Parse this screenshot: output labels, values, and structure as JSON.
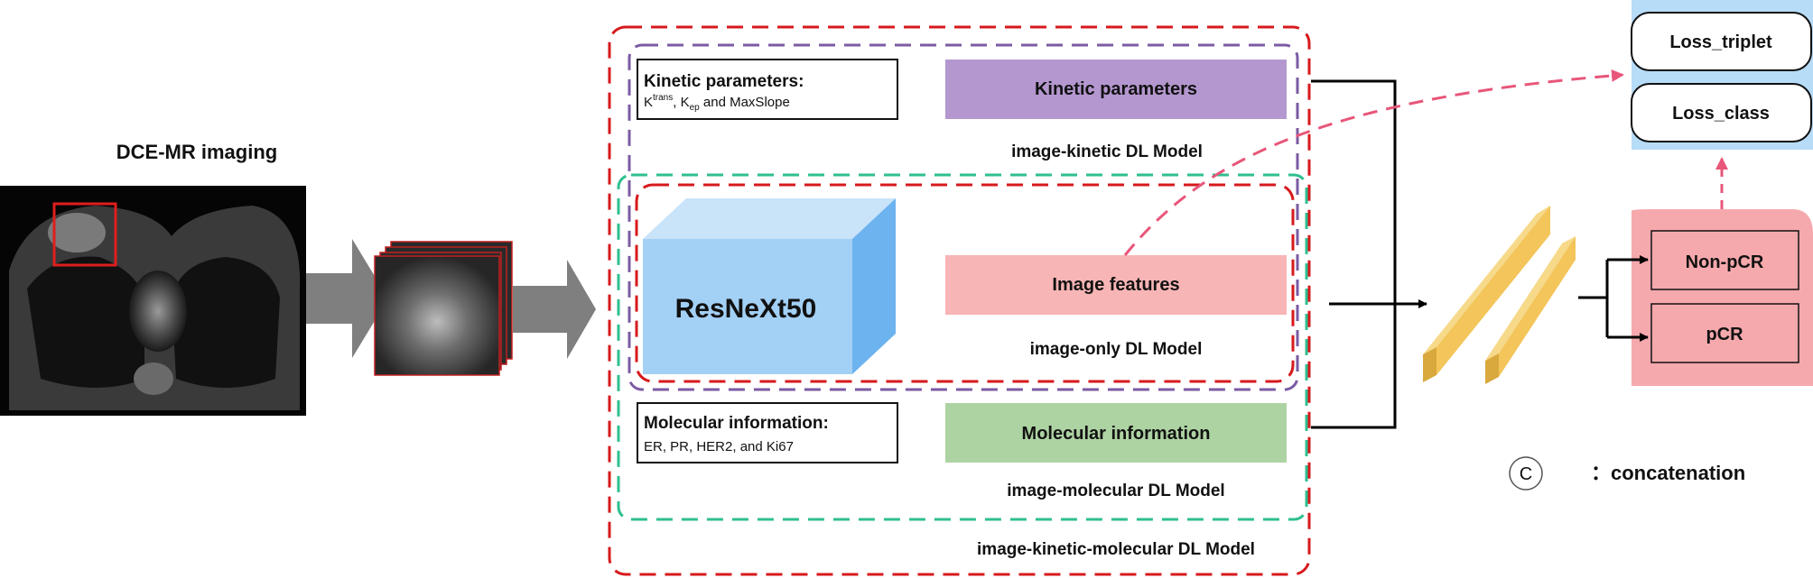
{
  "input": {
    "title": "DCE-MR imaging"
  },
  "kinetic_box": {
    "title": "Kinetic parameters:",
    "k_trans_base": "K",
    "k_trans_sup": "trans",
    "k_ep_base": "K",
    "k_ep_sub": "ep",
    "rest": " and MaxSlope",
    "comma": ", "
  },
  "molecular_box": {
    "title": "Molecular information:",
    "text": "ER, PR, HER2, and Ki67"
  },
  "backbone": {
    "label": "ResNeXt50"
  },
  "feature_bars": {
    "kinetic": "Kinetic parameters",
    "image": "Image features",
    "molecular": "Molecular information"
  },
  "models": {
    "kinetic": "image-kinetic DL Model",
    "image_only": "image-only DL Model",
    "molecular": "image-molecular DL Model",
    "combined": "image-kinetic-molecular DL Model"
  },
  "losses": {
    "triplet": "Loss_triplet",
    "class": "Loss_class"
  },
  "outputs": {
    "non_pcr": "Non-pCR",
    "pcr": "pCR"
  },
  "legend": {
    "symbol": "C",
    "text": "：concatenation"
  },
  "colors": {
    "kinetic_bar": "#b497cf",
    "image_bar": "#f8b5b5",
    "molecular_bar": "#aed3a3",
    "cube_front": "#a3d0f5",
    "cube_top": "#c9e3f9",
    "cube_side": "#6cb3ef",
    "red_dash": "#d7191c",
    "purple_dash": "#7b5ba3",
    "green_dash": "#2fbf8f",
    "pink_dash": "#e8567a",
    "loss_bg": "#b7dcf8",
    "output_bg": "#f6a9ad",
    "dense_layer": "#f3c55a"
  }
}
